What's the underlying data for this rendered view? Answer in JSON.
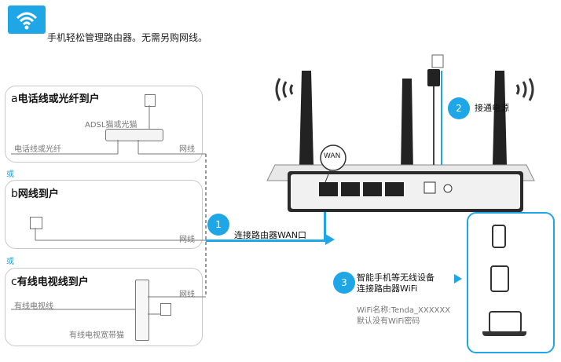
{
  "header": {
    "text": "手机轻松管理路由器。无需另购网线。",
    "icon": "wifi-icon"
  },
  "panel_a": {
    "letter": "a",
    "title": "电话线或光纤到户",
    "modem_label": "ADSL猫或光猫",
    "line_label": "电话线或光纤",
    "cable_label": "网线"
  },
  "or_1": "或",
  "panel_b": {
    "letter": "b",
    "title": "网线到户",
    "cable_label": "网线"
  },
  "or_2": "或",
  "panel_c": {
    "letter": "c",
    "title": "有线电视线到户",
    "line_label": "有线电视线",
    "cable_label": "网线",
    "modem_label": "有线电视宽带猫"
  },
  "router": {
    "wan_label": "WAN"
  },
  "steps": [
    {
      "num": "1",
      "text": "连接路由器WAN口"
    },
    {
      "num": "2",
      "text": "接通电源"
    },
    {
      "num": "3",
      "line1": "智能手机等无线设备",
      "line2": "连接路由器WiFi"
    }
  ],
  "wifi_info": {
    "name": "WiFi名称:Tenda_XXXXXX",
    "password": "默认没有WiFi密码"
  },
  "colors": {
    "accent": "#1ea6e6",
    "panel_border": "#c9c9c9",
    "or_text": "#1aa3d6"
  }
}
